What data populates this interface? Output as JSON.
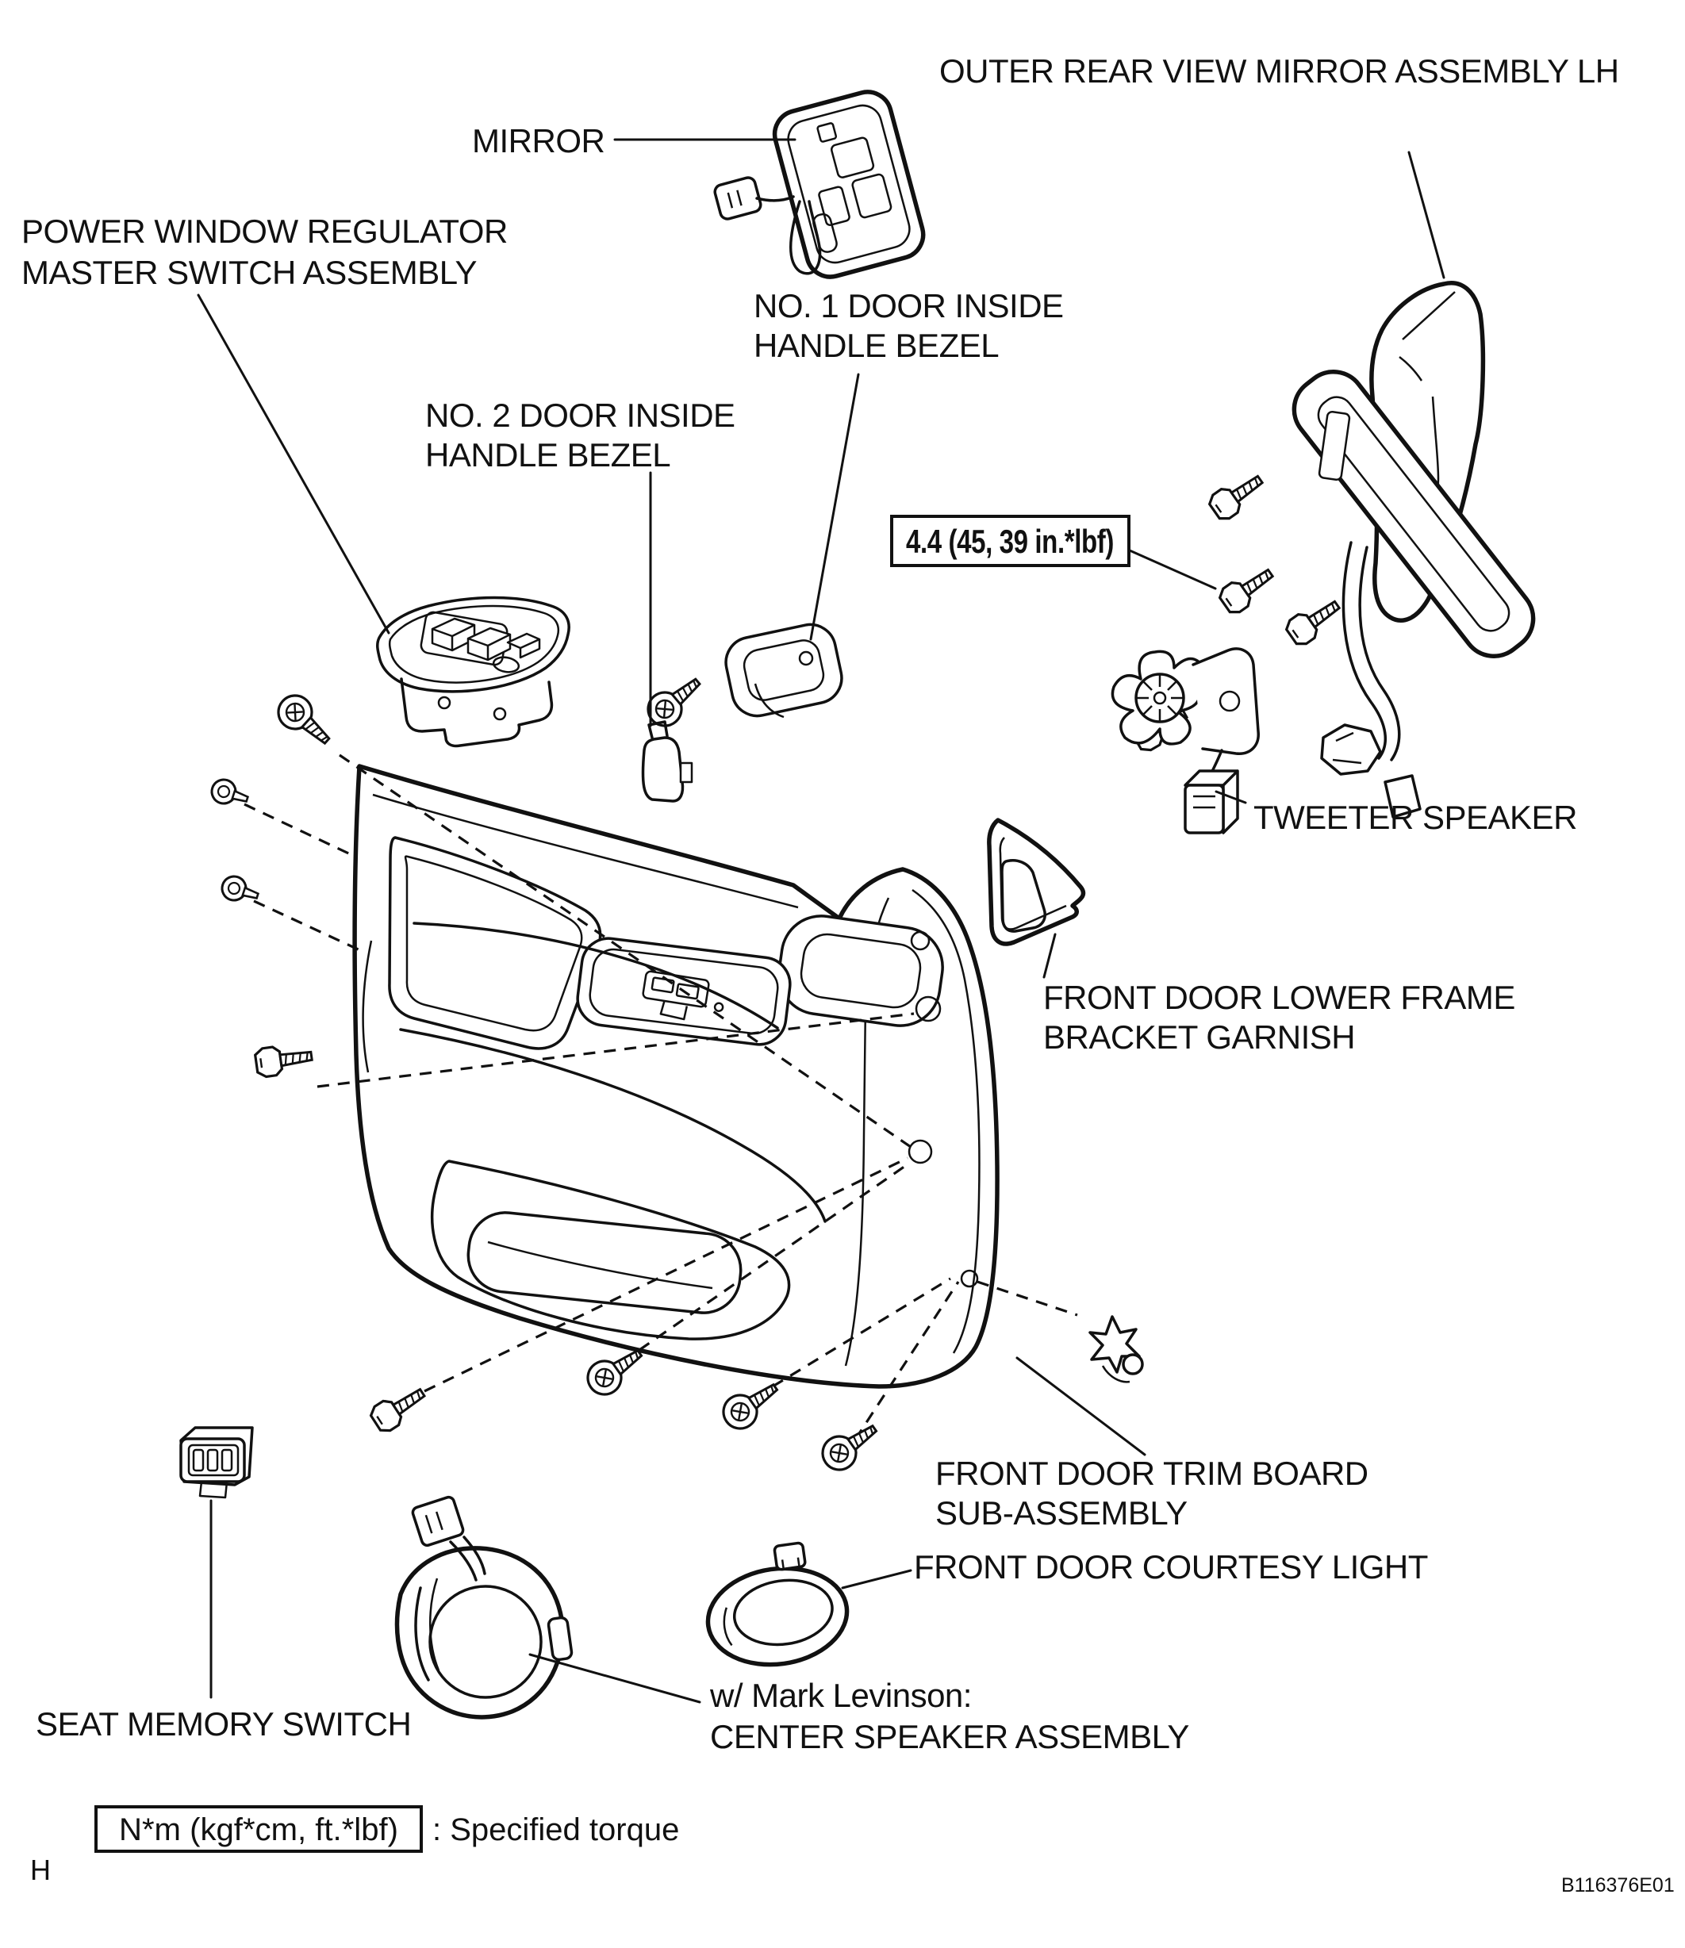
{
  "doc": {
    "background": "#ffffff",
    "ink": "#111111",
    "type": "exploded-parts-diagram",
    "subject": "front door trim components"
  },
  "labels": {
    "outer_mirror": "OUTER REAR VIEW MIRROR ASSEMBLY LH",
    "mirror": "MIRROR",
    "power_window_1": "POWER WINDOW REGULATOR",
    "power_window_2": "MASTER SWITCH ASSEMBLY",
    "no1_bezel_1": "NO. 1 DOOR INSIDE",
    "no1_bezel_2": "HANDLE BEZEL",
    "no2_bezel_1": "NO. 2 DOOR INSIDE",
    "no2_bezel_2": "HANDLE BEZEL",
    "tweeter": "TWEETER SPEAKER",
    "lower_frame_1": "FRONT DOOR LOWER FRAME",
    "lower_frame_2": "BRACKET GARNISH",
    "trim_board_1": "FRONT DOOR TRIM BOARD",
    "trim_board_2": "SUB-ASSEMBLY",
    "courtesy": "FRONT DOOR COURTESY LIGHT",
    "levinson_1": "w/ Mark Levinson:",
    "levinson_2": "CENTER SPEAKER ASSEMBLY",
    "seat_memory": "SEAT MEMORY SWITCH"
  },
  "torque": {
    "value": "4.4 (45, 39 in.*lbf)"
  },
  "legend": {
    "unit": "N*m (kgf*cm, ft.*lbf)",
    "desc": ": Specified torque"
  },
  "footer": {
    "page_marker": "H",
    "figure_id": "B116376E01"
  }
}
